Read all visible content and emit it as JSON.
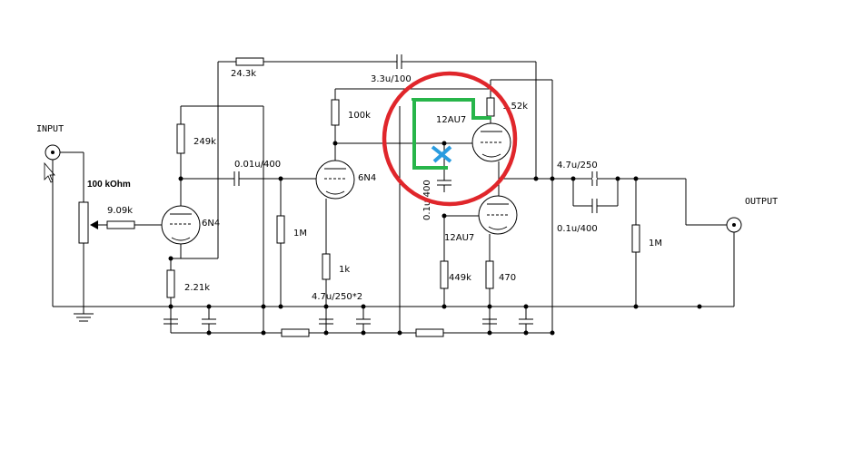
{
  "labels": {
    "input": "INPUT",
    "output": "OUTPUT",
    "pot": "100 kOhm",
    "r_909k": "9.09k",
    "r_249k": "249k",
    "r_243k": "24.3k",
    "r_221k": "2.21k",
    "c_001u": "0.01u/400",
    "r_1m_a": "1M",
    "r_100k": "100k",
    "tube1": "6N4",
    "tube2": "6N4",
    "r_1k": "1k",
    "c_47u_2": "4.7u/250*2",
    "c_33u": "3.3u/100",
    "tube3_top": "12AU7",
    "tube3_bot": "12AU7",
    "r_152k": "1.52k",
    "c_01u_vert": "0.1u/400",
    "r_449k": "449k",
    "r_470": "470",
    "c_47u_out": "4.7u/250",
    "c_01u_out": "0.1u/400",
    "r_1m_out": "1M"
  },
  "colors": {
    "wire": "#000000",
    "annotation_circle": "#e0262b",
    "annotation_green": "#27b54a",
    "annotation_cross": "#2a9ce0"
  },
  "icons": [
    "mouse-cursor-icon",
    "ground-symbol-icon",
    "jack-connector-icon"
  ]
}
